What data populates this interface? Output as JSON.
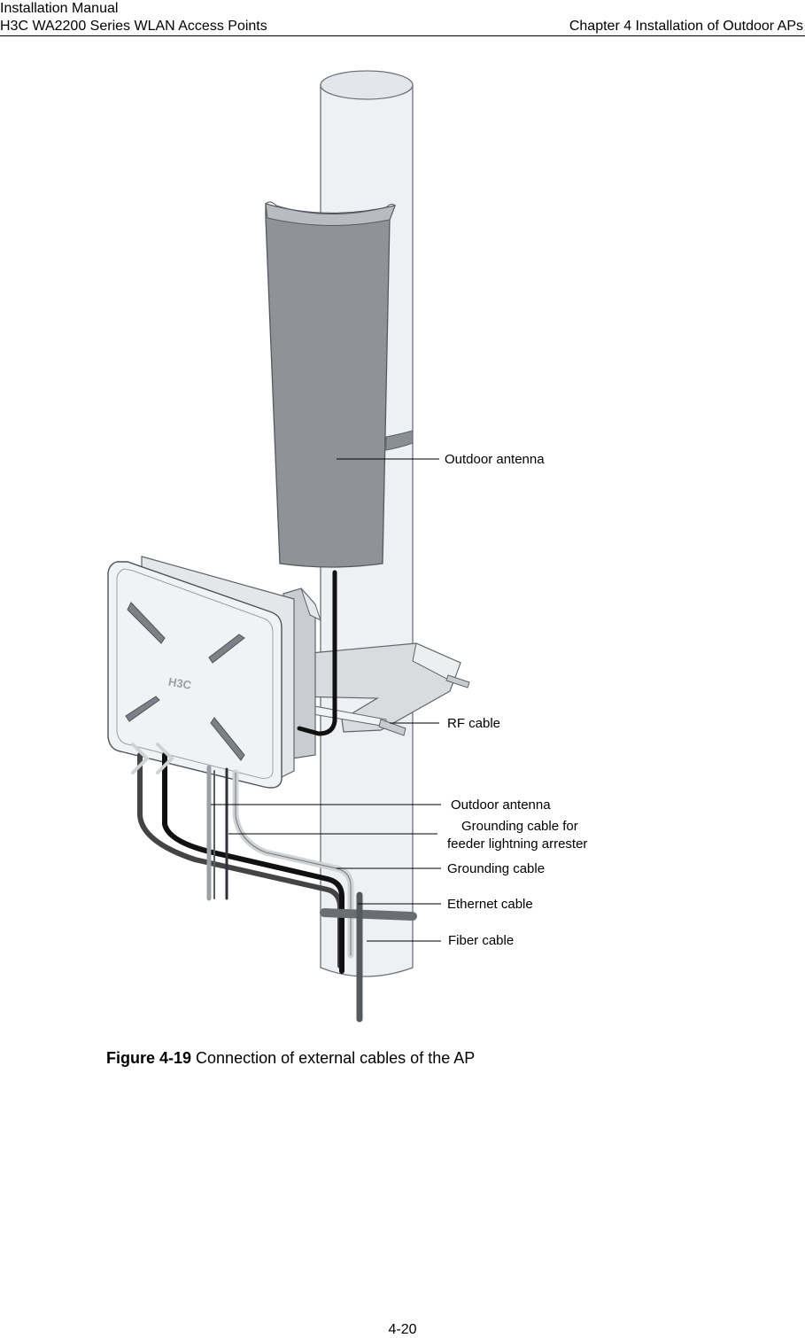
{
  "header": {
    "doc_type": "Installation Manual",
    "product": "H3C WA2200 Series WLAN Access Points",
    "chapter": "Chapter 4  Installation of Outdoor APs"
  },
  "figure": {
    "logo_text": "H3C",
    "labels": {
      "outdoor_antenna_top": "Outdoor antenna",
      "rf_cable": "RF cable",
      "outdoor_antenna_bottom": "Outdoor antenna",
      "grounding_feeder_line1": "Grounding cable for",
      "grounding_feeder_line2": "feeder lightning arrester",
      "grounding_cable": "Grounding cable",
      "ethernet_cable": "Ethernet cable",
      "fiber_cable": "Fiber cable"
    },
    "caption_number": "Figure 4-19",
    "caption_text": " Connection of external cables of the AP"
  },
  "footer": {
    "page_number": "4-20"
  }
}
